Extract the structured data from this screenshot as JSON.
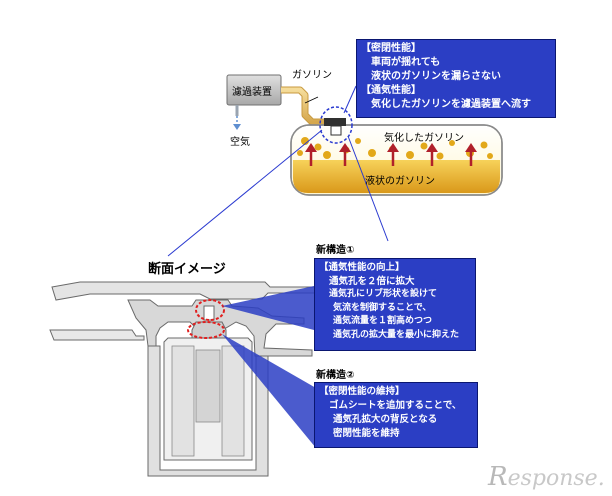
{
  "top_diagram": {
    "filter_label": "濾過装置",
    "gasoline_label": "ガソリン",
    "air_label": "空気",
    "vapor_label": "気化したガソリン",
    "liquid_label": "液状のガソリン"
  },
  "callout_top": {
    "heading1": "【密閉性能】",
    "line1": "車両が揺れても",
    "line2": "液状のガソリンを漏らさない",
    "heading2": "【通気性能】",
    "line3": "気化したガソリンを濾過装置へ流す"
  },
  "cross_section_title": "断面イメージ",
  "new_structure_1": {
    "title": "新構造①",
    "heading": "【通気性能の向上】",
    "line1": "通気孔を２倍に拡大",
    "line2": "通気孔にリブ形状を設けて",
    "line3": "気流を制御することで、",
    "line4": "通気流量を１割高めつつ",
    "line5": "通気孔の拡大量を最小に抑えた"
  },
  "new_structure_2": {
    "title": "新構造②",
    "heading": "【密閉性能の維持】",
    "line1": "ゴムシートを追加することで、",
    "line2": "通気孔拡大の背反となる",
    "line3": "密閉性能を維持"
  },
  "watermark": {
    "r": "R",
    "text": "esponse."
  },
  "colors": {
    "callout_blue": "#2b3ec4",
    "tank_gold": "#e2a81a",
    "highlight_red": "#e02020",
    "guide_blue": "#2a3ad0"
  }
}
